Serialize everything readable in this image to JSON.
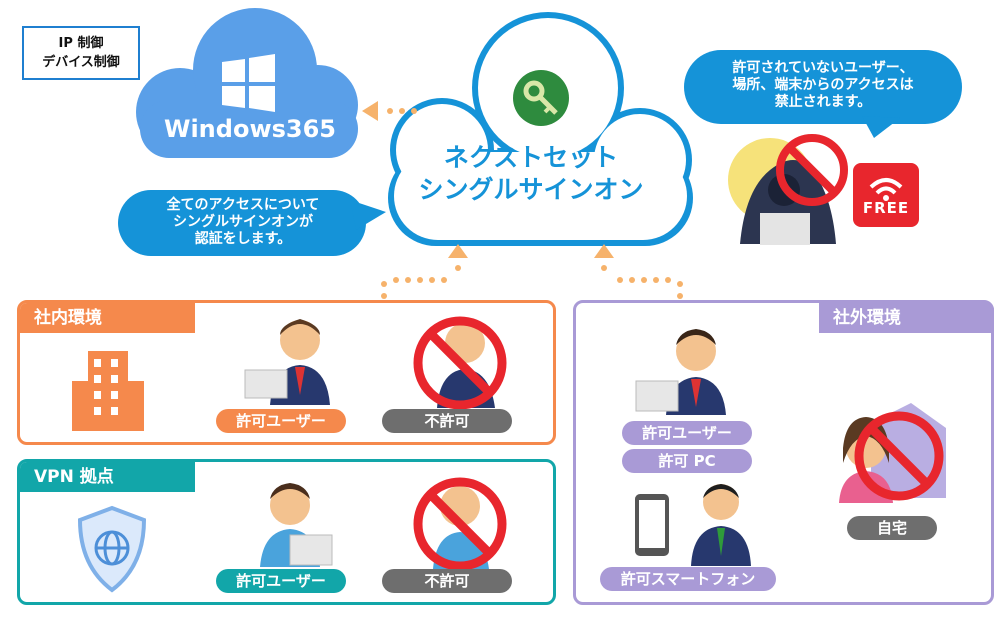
{
  "tag_box": {
    "line1": "IP 制御",
    "line2": "デバイス制御"
  },
  "windows_cloud": {
    "label": "Windows365"
  },
  "nextset_cloud": {
    "line1": "ネクストセット",
    "line2": "シングルサインオン"
  },
  "left_bubble": {
    "line1": "全てのアクセスについて",
    "line2": "シングルサインオンが",
    "line3": "認証をします。"
  },
  "right_bubble": {
    "line1": "許可されていないユーザー、",
    "line2": "場所、端末からのアクセスは",
    "line3": "禁止されます。"
  },
  "free_badge": {
    "label": "FREE"
  },
  "internal": {
    "title": "社内環境",
    "allowed_label": "許可ユーザー",
    "denied_label": "不許可"
  },
  "vpn": {
    "title": "VPN 拠点",
    "allowed_label": "許可ユーザー",
    "denied_label": "不許可"
  },
  "external": {
    "title": "社外環境",
    "allowed_user_label": "許可ユーザー",
    "allowed_pc_label": "許可 PC",
    "smartphone_label": "許可スマートフォン",
    "home_label": "自宅"
  },
  "colors": {
    "cloud_blue": "#5a9fe8",
    "nextset_blue": "#1593d8",
    "internal_orange": "#f5894c",
    "vpn_teal": "#12a6a9",
    "external_purple": "#a99ad6",
    "deny_red": "#e8262d"
  }
}
